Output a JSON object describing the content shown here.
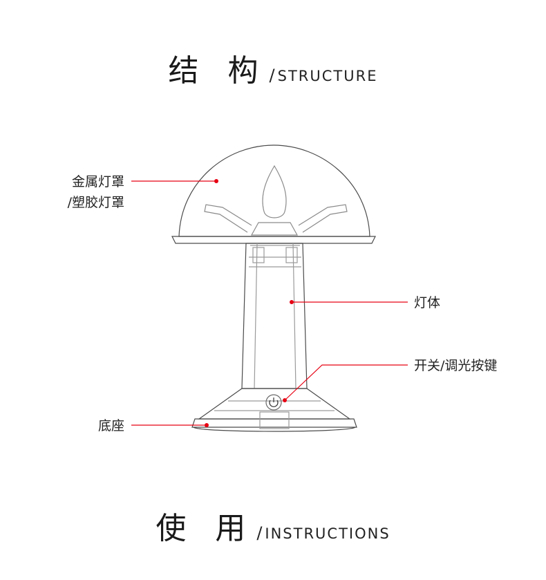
{
  "structure_heading": {
    "cn": "结 构",
    "sep": "/",
    "en": "STRUCTURE"
  },
  "instructions_heading": {
    "cn": "使 用",
    "sep": "/",
    "en": "INSTRUCTIONS"
  },
  "labels": {
    "shade_line1": "金属灯罩",
    "shade_line2": "/塑胶灯罩",
    "body": "灯体",
    "switch": "开关/调光按键",
    "base": "底座"
  },
  "colors": {
    "leader": "#e60012",
    "outline": "#4a4a4a",
    "fine": "#9a9a9a"
  }
}
